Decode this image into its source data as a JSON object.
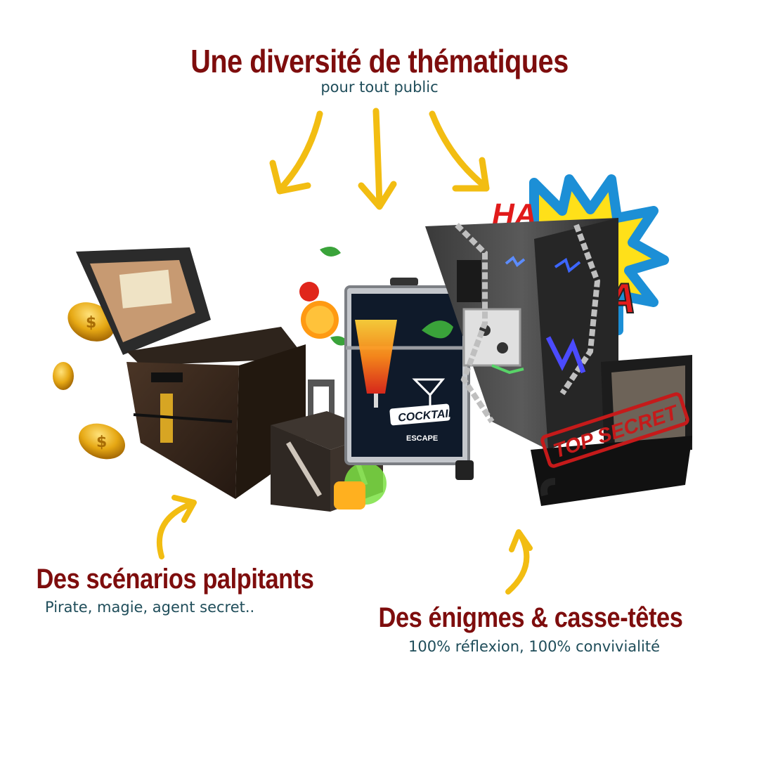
{
  "headline": {
    "title": "Une diversité de thématiques",
    "subtitle": "pour tout public"
  },
  "feature_scenarios": {
    "title": "Des scénarios palpitants",
    "subtitle": "Pirate, magie, agent secret.."
  },
  "feature_puzzles": {
    "title": "Des énigmes & casse-têtes",
    "subtitle": "100% réflexion, 100% convivialité"
  },
  "products": {
    "cocktail_label_1": "COCKTAIL",
    "cocktail_label_2": "ESCAPE",
    "stamp": "TOP SECRET"
  },
  "colors": {
    "title": "#7e0d0d",
    "subtitle": "#1f4d5a",
    "arrow": "#f2bd12",
    "background": "#ffffff"
  }
}
